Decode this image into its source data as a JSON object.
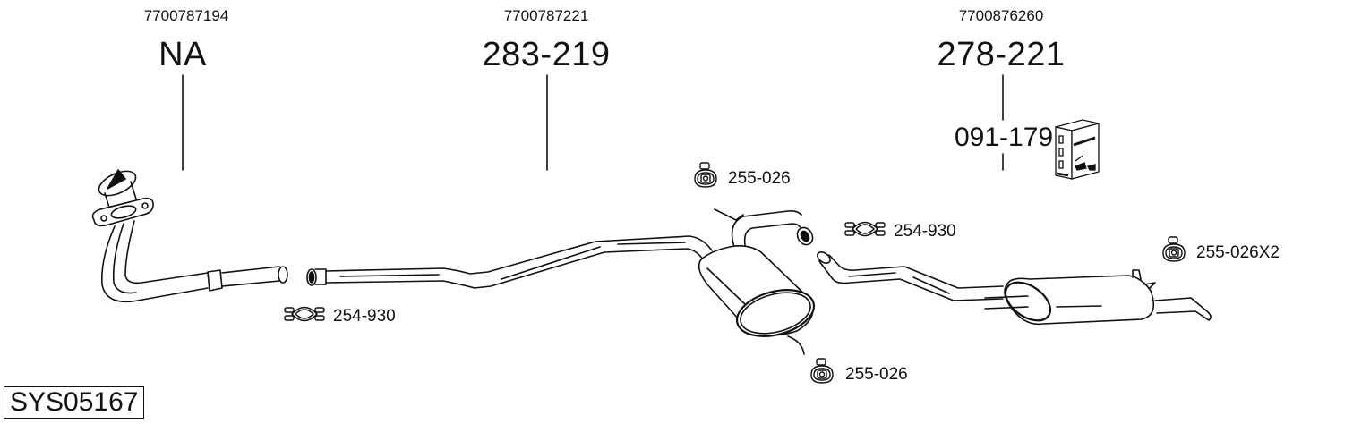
{
  "diagram": {
    "system_code": "SYS05167",
    "columns": [
      {
        "oem_number": "7700787194",
        "part_number": "NA"
      },
      {
        "oem_number": "7700787221",
        "part_number": "283-219"
      },
      {
        "oem_number": "7700876260",
        "part_number": "278-221",
        "sub_part": "091-179",
        "sub_part_icon": "fitting-kit-box-icon"
      }
    ],
    "accessories": [
      {
        "label": "254-930",
        "icon": "exhaust-clamp-icon"
      },
      {
        "label": "255-026",
        "icon": "rubber-hanger-icon"
      },
      {
        "label": "254-930",
        "icon": "exhaust-clamp-icon"
      },
      {
        "label": "255-026",
        "icon": "rubber-hanger-icon"
      },
      {
        "label": "255-026X2",
        "icon": "rubber-hanger-icon"
      }
    ],
    "components": [
      "front-downpipe",
      "intermediate-pipe",
      "center-silencer",
      "rear-connecting-pipe",
      "rear-silencer"
    ],
    "line_color": "#111111",
    "background": "#ffffff"
  }
}
